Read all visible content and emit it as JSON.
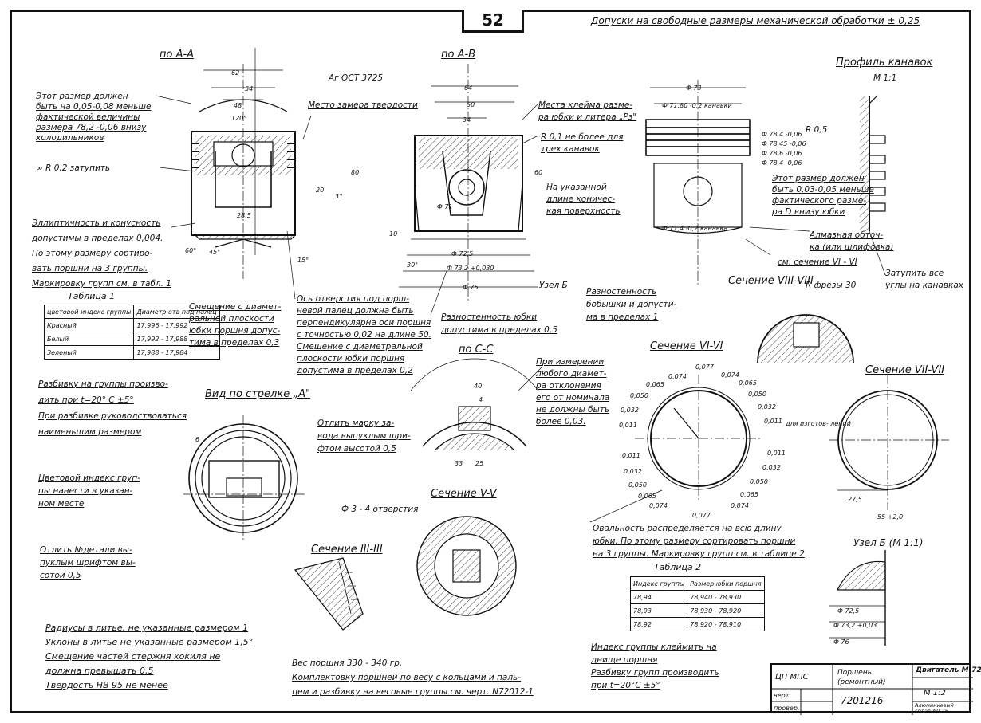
{
  "sheet_number": "52",
  "header_tolerance": "Допуски на свободные размеры механической обработки ± 0,25",
  "views": {
    "aa": "по A-A",
    "ab": "по A-B",
    "cc": "по C-C",
    "arrow_a": "Вид по стрелке „A\"",
    "profile": "Профиль канавок",
    "profile_scale": "M 1:1",
    "sec_vi": "Сечение VI-VI",
    "sec_vii": "Сечение VII-VII",
    "sec_viii": "Сечение VIII-VIII",
    "sec_v": "Сечение V-V",
    "sec_iii": "Сечение III-III",
    "node_b": "Узел Б (M 1:1)"
  },
  "notes_left": [
    "Этот размер должен",
    "быть на 0,05-0,08 меньше",
    "фактической величины",
    "размера 78,2 -0,06 внизу",
    "холодильников"
  ],
  "note_r02": "∞ R 0,2 затупить",
  "ellipse_notes": [
    "Эллиптичность и конусность",
    "допустимы в пределах 0,004.",
    "По этому размеру сортиро-",
    "вать поршни на 3 группы.",
    "Маркировку групп см. в табл. 1"
  ],
  "table1": {
    "title": "Таблица 1",
    "headers": [
      "цветовой индекс группы",
      "Диаметр отв под палец"
    ],
    "rows": [
      [
        "Красный",
        "17,996 - 17,992"
      ],
      [
        "Белый",
        "17,992 - 17,988"
      ],
      [
        "Зеленый",
        "17,988 - 17,984"
      ]
    ]
  },
  "group_notes": [
    "Разбивку на группы произво-",
    "дить при t=20° C ±5°",
    "При разбивке руководствоваться",
    "наименьшим размером"
  ],
  "shift_note": [
    "Смещение с диамет-",
    "ральной плоскости",
    "юбки поршня допус-",
    "тима в пределах 0,3"
  ],
  "axis_note": [
    "Ось отверстия под порш-",
    "невой палец должна быть",
    "перпендикулярна оси поршня",
    "с точностью 0,02 на длине 50.",
    "Смещение с диаметральной",
    "плоскости юбки поршня",
    "допустима в пределах 0,2"
  ],
  "wall_note": [
    "Разностенность юбки",
    "допустима в пределах 0,5"
  ],
  "boss_note": [
    "Разностенность",
    "бобышки и допусти-",
    "ма в пределах 1"
  ],
  "stamp_note": [
    "Места клейма разме-",
    "ра юбки и литера „Рз\""
  ],
  "r01_note": [
    "R 0,1 не более для",
    "трех канавок"
  ],
  "taper_note": [
    "На указанной",
    "длине коничес-",
    "кая поверхность"
  ],
  "size_note_right": [
    "Этот размер должен",
    "быть 0,03-0,05 меньше",
    "фактического разме-",
    "ра D внизу юбки"
  ],
  "diamond_note": [
    "Алмазная обточ-",
    "ка (или шлифовка)"
  ],
  "dull_note": [
    "Затупить все",
    "углы на канавках"
  ],
  "sec_ref": "см. сечение VI - VI",
  "measure_note": [
    "При измерении",
    "любого диамет-",
    "ра отклонения",
    "его от номинала",
    "не должны быть",
    "более 0,03."
  ],
  "mark_note": [
    "Отлить марку за-",
    "вода выпуклым шри-",
    "фтом высотой 0,5"
  ],
  "color_note": [
    "Цветовой индекс груп-",
    "пы нанести в указан-",
    "ном месте"
  ],
  "detail_note": [
    "Отлить №детали вы-",
    "пуклым шрифтом вы-",
    "сотой 0,5"
  ],
  "holes_note": "Ф 3 - 4 отверстия",
  "oval_note": [
    "Овальность распределяется на всю длину",
    "юбки. По этому размеру сортировать поршни",
    "на 3 группы. Маркировку групп см. в таблице 2"
  ],
  "table2": {
    "title": "Таблица 2",
    "headers": [
      "Индекс группы",
      "Размер юбки поршня"
    ],
    "rows": [
      [
        "78,94",
        "78,940 - 78,930"
      ],
      [
        "78,93",
        "78,930 - 78,920"
      ],
      [
        "78,92",
        "78,920 - 78,910"
      ]
    ]
  },
  "stamp_group": [
    "Индекс группы клеймить на",
    "днище поршня",
    "Разбивку групп производить",
    "при t=20°C ±5°"
  ],
  "bottom_left": [
    "Радиусы в литье, не указанные размером 1",
    "Уклоны в литье не указанные размером 1,5°",
    "Смещение частей стержня кокиля не",
    "должна превышать 0,5",
    "Твердость НВ 95 не менее"
  ],
  "weight_note": [
    "Вес поршня 330 - 340 гр.",
    "Комплектовку поршней по весу с кольцами и паль-",
    "цем и разбивку на весовые группы см. черт. N72012-1"
  ],
  "labels": {
    "ag": "Аг ОСТ 3725",
    "hard": "Место замера твердости",
    "node_b_small": "Узел Б",
    "for_prod": "для изготов- лений",
    "r05": "R 0,5",
    "r_mill": "R фрезы 30",
    "grooves": "Ф 71,80 -0,2 канавки",
    "groove_d": "Ф 71,4 -0,2 канавка"
  },
  "dims": {
    "d62": "62",
    "d54": "54",
    "d48": "48",
    "d120": "120°",
    "d64": "64",
    "d50": "50",
    "d34": "34",
    "d73": "Ф 73",
    "d71": "Ф 71",
    "d725": "Ф 72,5",
    "d732": "Ф 73,2 +0,030",
    "d75": "Ф 75",
    "d40": "40",
    "d4": "4",
    "d33": "33",
    "d25": "25",
    "d275": "27,5",
    "d55": "55 +2,0",
    "d80": "80",
    "d60": "60",
    "d31": "31",
    "d20": "20",
    "d10": "10",
    "d6": "6",
    "d285": "28,5",
    "d60deg": "60°",
    "d45deg": "45°",
    "d15deg": "15°",
    "d30deg": "30°",
    "n725": "Ф 72,5",
    "n732": "Ф 73,2 +0,03",
    "n76": "Ф 76",
    "g784a": "Ф 78,4 -0,06",
    "g7845": "Ф 78,45 -0,06",
    "g786": "Ф 78,6 -0,06",
    "g784b": "Ф 78,4 -0,06"
  },
  "ring_values": [
    "0,077",
    "0,074",
    "0,065",
    "0,050",
    "0,032",
    "0,011",
    "0,011",
    "0,032",
    "0,050",
    "0,065",
    "0,074",
    "0,077",
    "0,074",
    "0,065",
    "0,050",
    "0,032",
    "0,011",
    "0,011",
    "0,032",
    "0,050",
    "0,065",
    "0,074"
  ],
  "title_block": {
    "org": "ЦП МПС",
    "part": "Поршень (ремонтный)",
    "product": "Двигатель М-72",
    "scale": "М 1:2",
    "drawn": "черт.",
    "checked": "провер.",
    "number": "7201216",
    "material": "Алюминиевый сплав АЛ-25"
  },
  "colors": {
    "ink": "#111111",
    "paper": "#ffffff"
  }
}
